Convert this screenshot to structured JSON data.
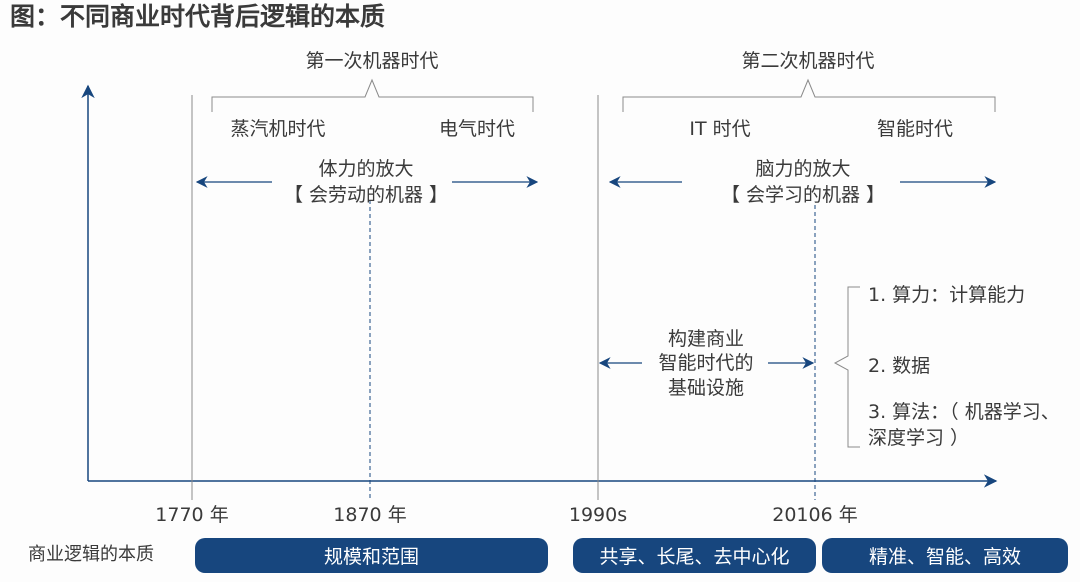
{
  "title": "图：不同商业时代背后逻辑的本质",
  "eras": {
    "first": {
      "label": "第一次机器时代",
      "sub_left": "蒸汽机时代",
      "sub_right": "电气时代",
      "line1": "体力的放大",
      "line2": "【 会劳动的机器 】"
    },
    "second": {
      "label": "第二次机器时代",
      "sub_left": "IT 时代",
      "sub_right": "智能时代",
      "line1": "脑力的放大",
      "line2": "【 会学习的机器 】"
    }
  },
  "infrastructure": {
    "lines": [
      "构建商业",
      "智能时代的",
      "基础设施"
    ]
  },
  "factors": [
    "1. 算力：计算能力",
    "2. 数据",
    "3. 算法：（ 机器学习、",
    "深度学习 ）"
  ],
  "years": [
    "1770 年",
    "1870 年",
    "1990s",
    "20106 年"
  ],
  "essence": {
    "label": "商业逻辑的本质",
    "pills": [
      "规模和范围",
      "共享、长尾、去中心化",
      "精准、智能、高效"
    ]
  },
  "colors": {
    "accent": "#17467e",
    "line": "#8a8a8a"
  }
}
